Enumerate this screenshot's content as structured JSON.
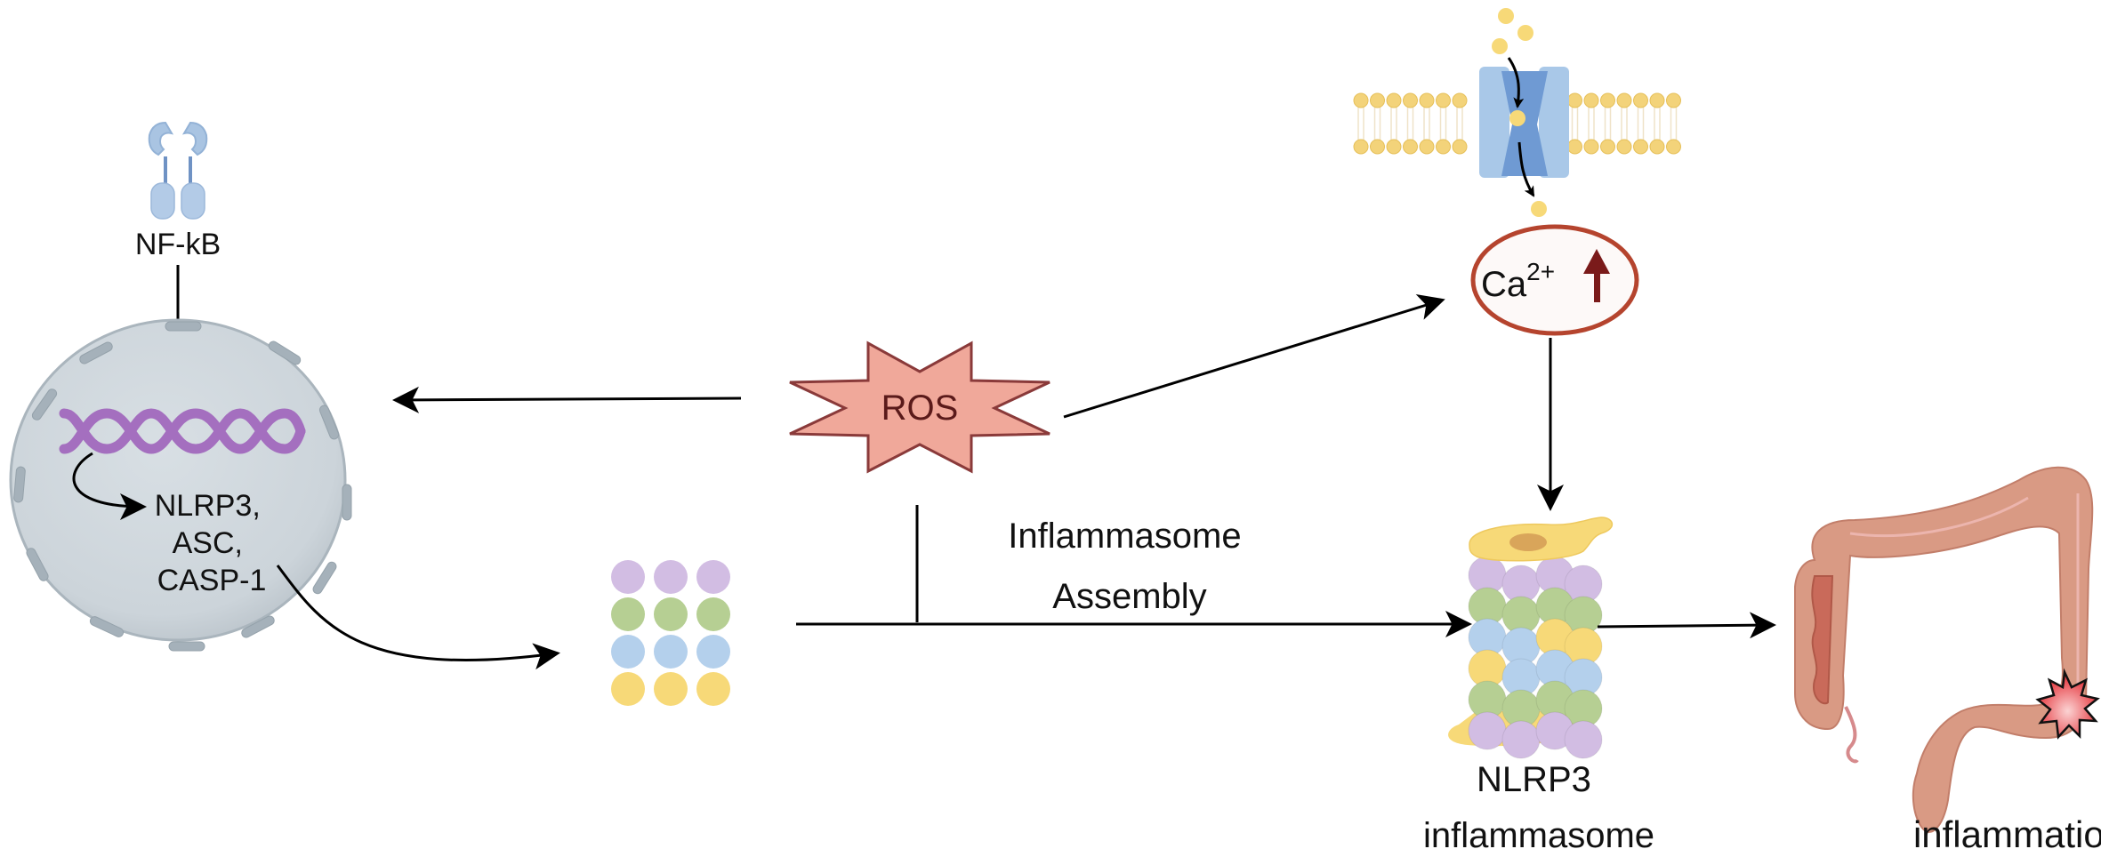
{
  "diagram": {
    "type": "pathway",
    "title": "ROS-induced NLRP3 inflammasome activation leading to intestinal inflammation",
    "nodes": {
      "nfkb": {
        "label": "NF-kB",
        "icon": "nfkb-dimer-icon"
      },
      "nucleus": {
        "icon": "nucleus-icon",
        "dna_icon": "dna-helix-icon",
        "genes": [
          "NLRP3,",
          "ASC,",
          "CASP-1"
        ]
      },
      "ros": {
        "label": "ROS",
        "icon": "ros-burst-icon"
      },
      "calcium": {
        "label": "Ca",
        "superscript": "2+",
        "direction": "up",
        "icon": "calcium-channel-icon"
      },
      "components": {
        "icon": "inflammasome-components-icon",
        "rows": [
          "purple",
          "green",
          "blue",
          "yellow"
        ]
      },
      "inflammasome": {
        "label_line1": "NLRP3",
        "label_line2": "inflammasome",
        "icon": "nlrp3-inflammasome-icon"
      },
      "inflammation": {
        "label": "inflammation",
        "icon": "colon-icon",
        "marker": "inflammation-burst-icon"
      }
    },
    "edge_label": {
      "line1": "Inflammasome",
      "line2": "Assembly"
    },
    "edges": [
      {
        "from": "nfkb",
        "to": "nucleus"
      },
      {
        "from": "dna",
        "to": "genes"
      },
      {
        "from": "genes",
        "to": "components"
      },
      {
        "from": "ros",
        "to": "nucleus"
      },
      {
        "from": "ros",
        "to": "calcium"
      },
      {
        "from": "ros",
        "to": "assembly"
      },
      {
        "from": "calcium_channel",
        "to": "calcium"
      },
      {
        "from": "calcium",
        "to": "inflammasome"
      },
      {
        "from": "components",
        "to": "inflammasome",
        "label": "Inflammasome Assembly"
      },
      {
        "from": "inflammasome",
        "to": "inflammation"
      }
    ],
    "colors": {
      "arrow": "#000000",
      "ros_fill": "#f0a89a",
      "ros_stroke": "#8a3a3a",
      "ros_text": "#5a1a1a",
      "ca_ring": "#b5442e",
      "ca_arrow": "#7a1a1a",
      "nucleus_fill": "#cdd5db",
      "dna": "#a46fbf",
      "lipid_head": "#f3d37a",
      "channel_light": "#a9c8e8",
      "channel_dark": "#5f8fcf",
      "purple": "#d2bde3",
      "green": "#b6cf93",
      "blue": "#b4d0ec",
      "yellow": "#f7d978",
      "colon": "#d99a84",
      "colon_dark": "#c96a5a",
      "burst": "#e8343a"
    }
  }
}
